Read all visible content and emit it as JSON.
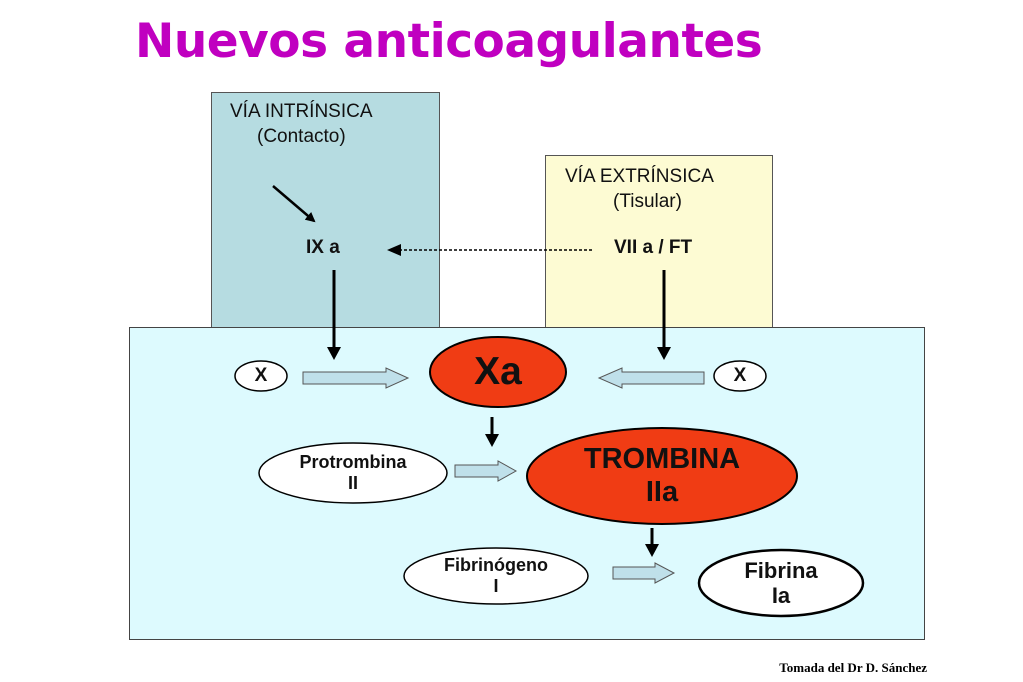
{
  "title": "Nuevos anticoagulantes",
  "intrinsic": {
    "heading": "VÍA INTRÍNSICA",
    "sub": "(Contacto)",
    "factor": "IX a"
  },
  "extrinsic": {
    "heading": "VÍA EXTRÍNSICA",
    "sub": "(Tisular)",
    "factor": "VII a / FT"
  },
  "cascade": {
    "x_left": "X",
    "x_right": "X",
    "xa": "Xa",
    "prothrombin": {
      "line1": "Protrombina",
      "line2": "II"
    },
    "thrombin": {
      "line1": "TROMBINA",
      "line2": "IIa"
    },
    "fibrinogen": {
      "line1": "Fibrinógeno",
      "line2": "I"
    },
    "fibrin": {
      "line1": "Fibrina",
      "line2": "Ia"
    }
  },
  "colors": {
    "title": "#c000c0",
    "intrinsic_bg": "#b6dce1",
    "extrinsic_bg": "#fdfbd3",
    "main_bg": "#ddfafe",
    "active_factor": "#f03c14"
  },
  "credit": "Tomada del Dr D. Sánchez"
}
